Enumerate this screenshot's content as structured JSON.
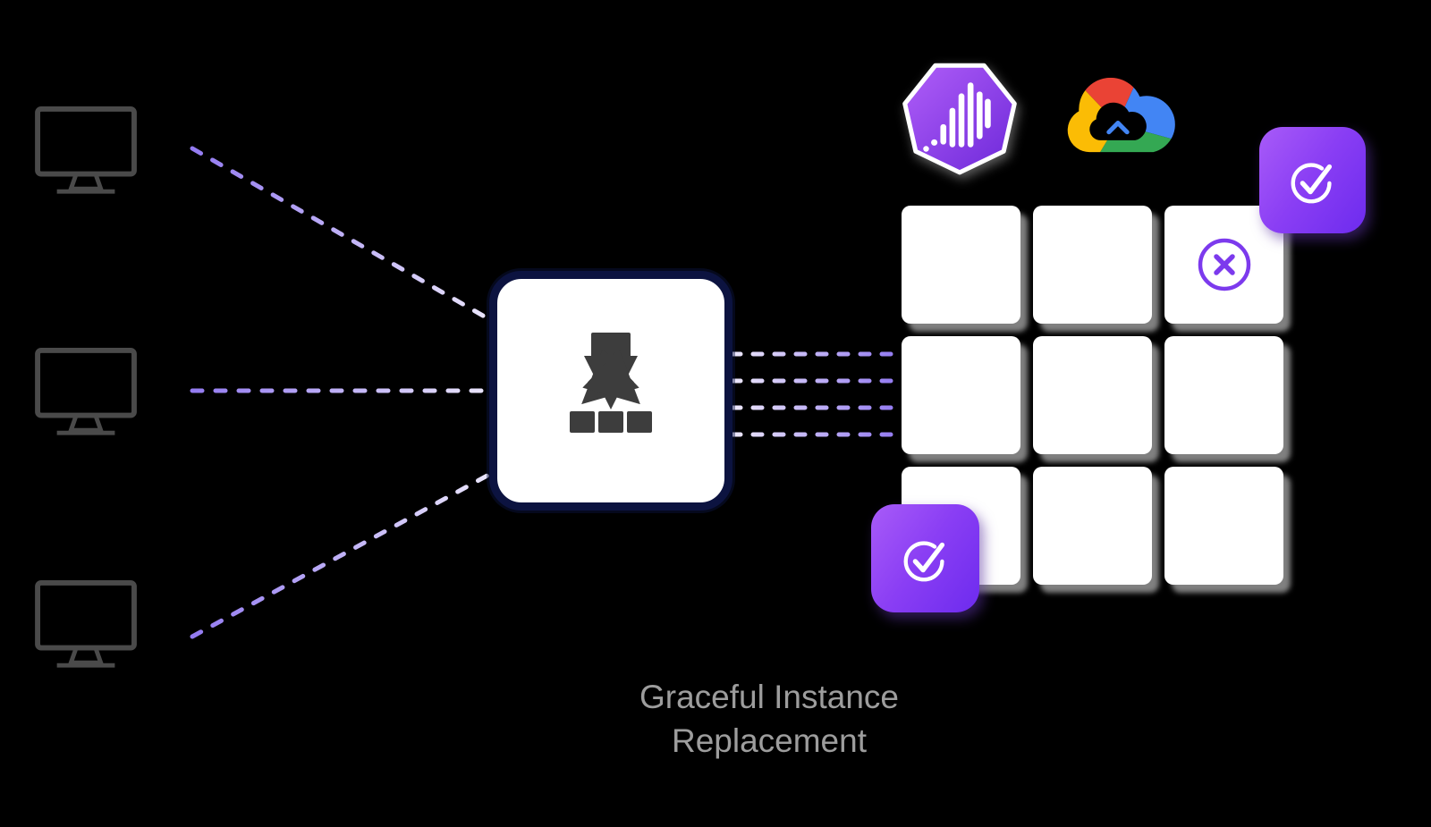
{
  "title": {
    "line1": "Graceful Instance",
    "line2": "Replacement"
  },
  "diagram": {
    "clients": [
      {
        "name": "client-monitor-1"
      },
      {
        "name": "client-monitor-2"
      },
      {
        "name": "client-monitor-3"
      }
    ],
    "load_balancer": {
      "name": "load-balancer",
      "icon": "load-balancer-icon"
    },
    "instance_grid": {
      "rows": 3,
      "cols": 3,
      "cells": [
        {
          "row": 1,
          "col": 1,
          "state": "running"
        },
        {
          "row": 1,
          "col": 2,
          "state": "running"
        },
        {
          "row": 1,
          "col": 3,
          "state": "terminating",
          "icon": "x-circle-icon"
        },
        {
          "row": 2,
          "col": 1,
          "state": "running"
        },
        {
          "row": 2,
          "col": 2,
          "state": "running"
        },
        {
          "row": 2,
          "col": 3,
          "state": "running"
        },
        {
          "row": 3,
          "col": 1,
          "state": "replacement",
          "icon": "check-circle-icon"
        },
        {
          "row": 3,
          "col": 2,
          "state": "running"
        },
        {
          "row": 3,
          "col": 3,
          "state": "running"
        }
      ]
    },
    "badges": [
      {
        "position": "top-right",
        "icon": "check-circle-icon"
      },
      {
        "position": "bottom-left",
        "icon": "check-circle-icon"
      }
    ],
    "logos": [
      {
        "name": "purple-heptagon-logo"
      },
      {
        "name": "google-cloud-logo"
      }
    ]
  },
  "colors": {
    "background": "#000000",
    "connector_purple": "#8f76f0",
    "connector_light": "#eeeafd",
    "badge_gradient_start": "#a85bf8",
    "badge_gradient_end": "#6d2bee",
    "box_border": "#0c1340",
    "glyph_dark": "#3d3d3d",
    "monitor_stroke": "#4a4a4a",
    "caption_text": "#9d9d9d",
    "terminating_accent": "#7c3aed",
    "cell_shadow": "#969696",
    "google_blue": "#4285F4",
    "google_red": "#EA4335",
    "google_yellow": "#FBBC05",
    "google_green": "#34A853"
  }
}
